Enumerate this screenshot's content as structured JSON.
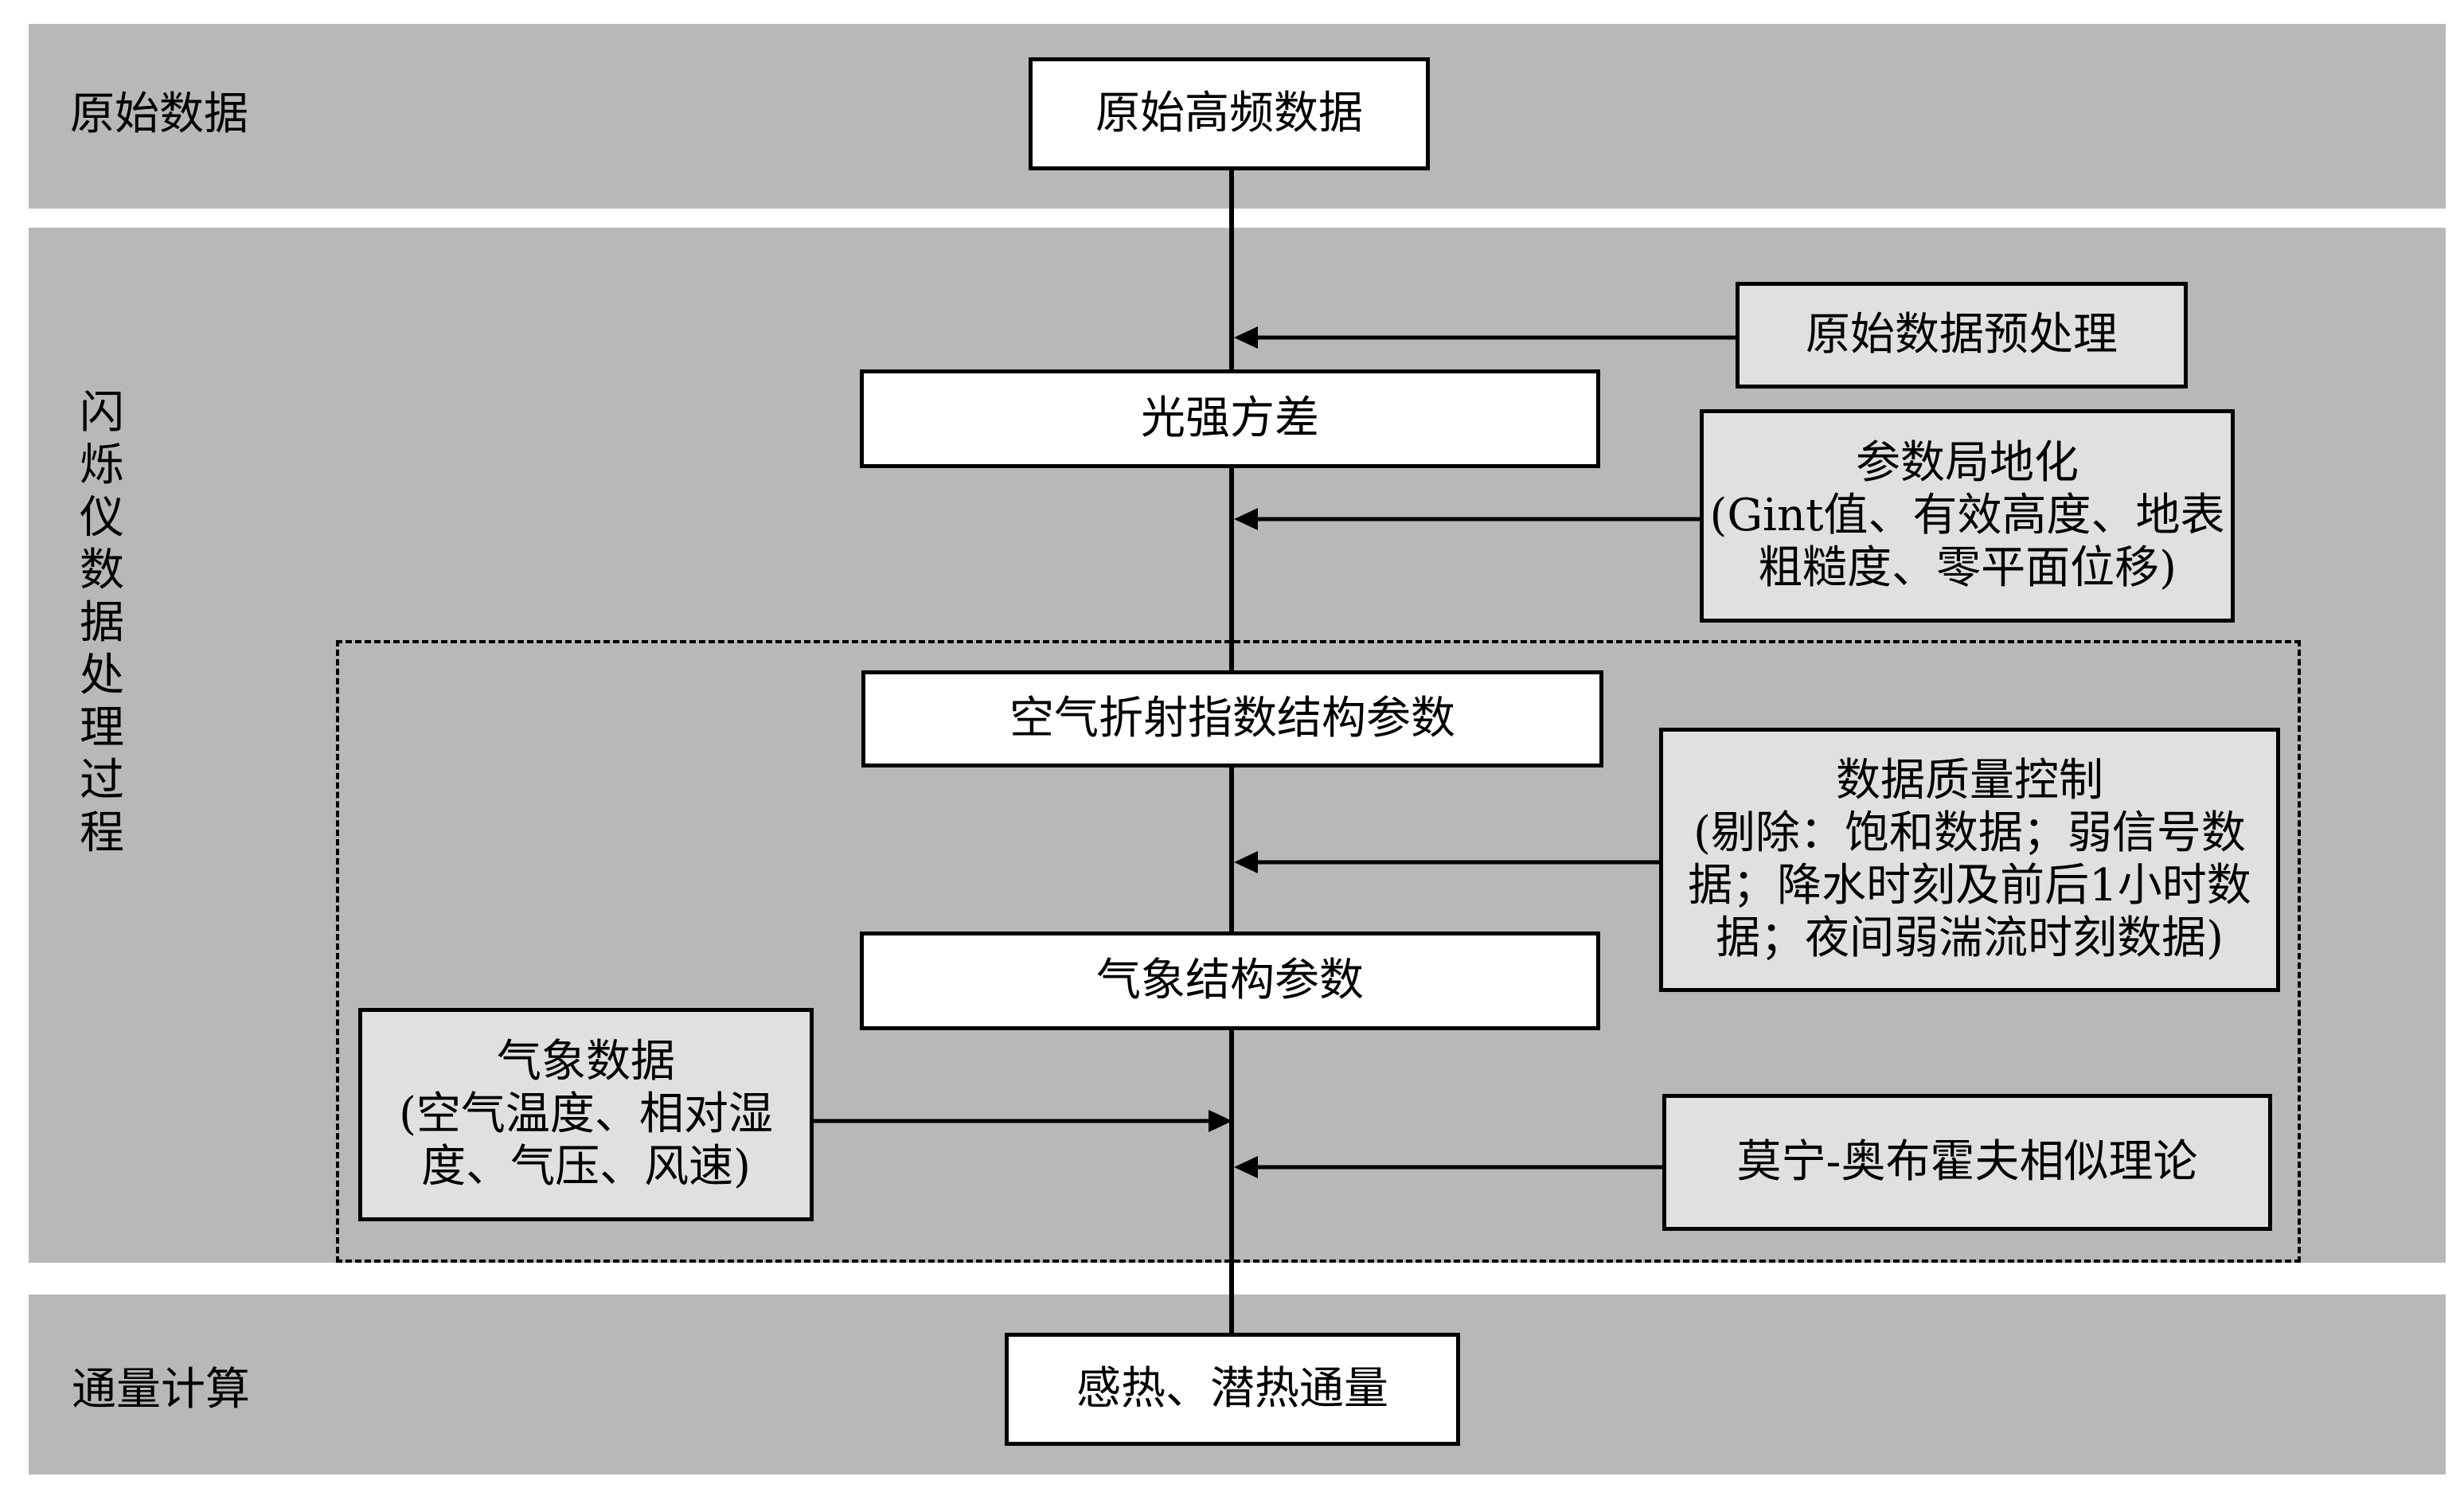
{
  "stages": {
    "raw": "原始数据",
    "processing_chars": [
      "闪",
      "烁",
      "仪",
      "数",
      "据",
      "处",
      "理",
      "过",
      "程"
    ],
    "flux": "通量计算"
  },
  "main_flow": {
    "raw_high_freq": "原始高频数据",
    "light_variance": "光强方差",
    "cn2": "空气折射指数结构参数",
    "met_structure": "气象结构参数",
    "flux": "感热、潜热通量"
  },
  "inputs": {
    "preprocess": "原始数据预处理",
    "localization": {
      "title": "参数局地化",
      "line1": "(Gint值、有效高度、地表",
      "line2": "粗糙度、零平面位移)"
    },
    "quality_control": {
      "title": "数据质量控制",
      "line1": "(剔除：饱和数据；弱信号数",
      "line2": "据；降水时刻及前后1小时数",
      "line3": "据；夜间弱湍流时刻数据)"
    },
    "met_data": {
      "title": "气象数据",
      "line1": "(空气温度、相对湿",
      "line2": "度、气压、风速)"
    },
    "most": "莫宁-奥布霍夫相似理论"
  }
}
